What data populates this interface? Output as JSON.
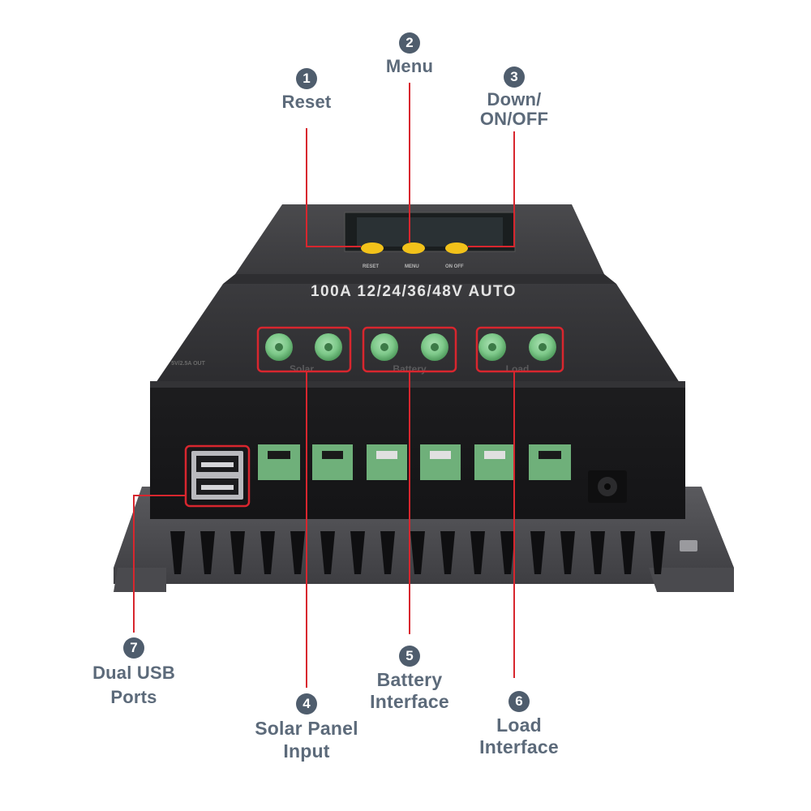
{
  "device": {
    "rating_text": "100A 12/24/36/48V AUTO",
    "button_labels": [
      "RESET",
      "MENU",
      "ON OFF"
    ],
    "terminal_group_labels": [
      "Solar",
      "Battery",
      "Load"
    ],
    "usb_label": "5V/2.5A OUT"
  },
  "callouts": [
    {
      "number": "1",
      "line1": "Reset",
      "line2": ""
    },
    {
      "number": "2",
      "line1": "Menu",
      "line2": ""
    },
    {
      "number": "3",
      "line1": "Down/",
      "line2": "ON/OFF"
    },
    {
      "number": "4",
      "line1": "Solar Panel",
      "line2": "Input"
    },
    {
      "number": "5",
      "line1": "Battery",
      "line2": "Interface"
    },
    {
      "number": "6",
      "line1": "Load",
      "line2": "Interface"
    },
    {
      "number": "7",
      "line1": "Dual USB",
      "line2": "Ports"
    }
  ],
  "colors": {
    "callout_text": "#5c6a7a",
    "badge": "#4f5d6d",
    "highlight": "#d8262e",
    "terminal_green": "#7ec98a",
    "button_yellow": "#f2c21a",
    "body_dark": "#2b2b2d"
  }
}
